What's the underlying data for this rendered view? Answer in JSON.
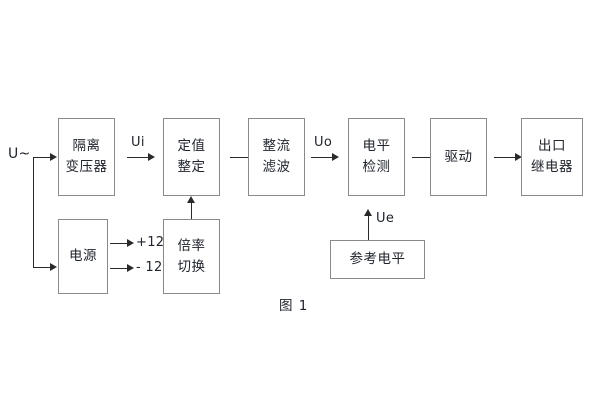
{
  "figure": {
    "caption": "图 1",
    "background": "#ffffff",
    "box_border_color": "#8a8a8a",
    "line_color": "#2a2a2a",
    "text_color": "#20242c"
  },
  "blocks": [
    {
      "id": "isolation_transformer",
      "lines": [
        "隔离",
        "变压器"
      ]
    },
    {
      "id": "setpoint_adjust",
      "lines": [
        "定值",
        "整定"
      ]
    },
    {
      "id": "rectify_filter",
      "lines": [
        "整流",
        "滤波"
      ]
    },
    {
      "id": "level_detect",
      "lines": [
        "电平",
        "检测"
      ]
    },
    {
      "id": "drive",
      "lines": [
        "驱动"
      ]
    },
    {
      "id": "output_relay",
      "lines": [
        "出口",
        "继电器"
      ]
    },
    {
      "id": "power_supply",
      "lines": [
        "电源"
      ]
    },
    {
      "id": "multiplier_switch",
      "lines": [
        "倍率",
        "切换"
      ]
    },
    {
      "id": "reference_level",
      "lines": [
        "参考电平"
      ]
    }
  ],
  "signals": {
    "input_source": "U~",
    "ui": "Ui",
    "uo": "Uo",
    "ue": "Ue",
    "rail_positive": "+12V",
    "rail_negative": "- 12V"
  }
}
